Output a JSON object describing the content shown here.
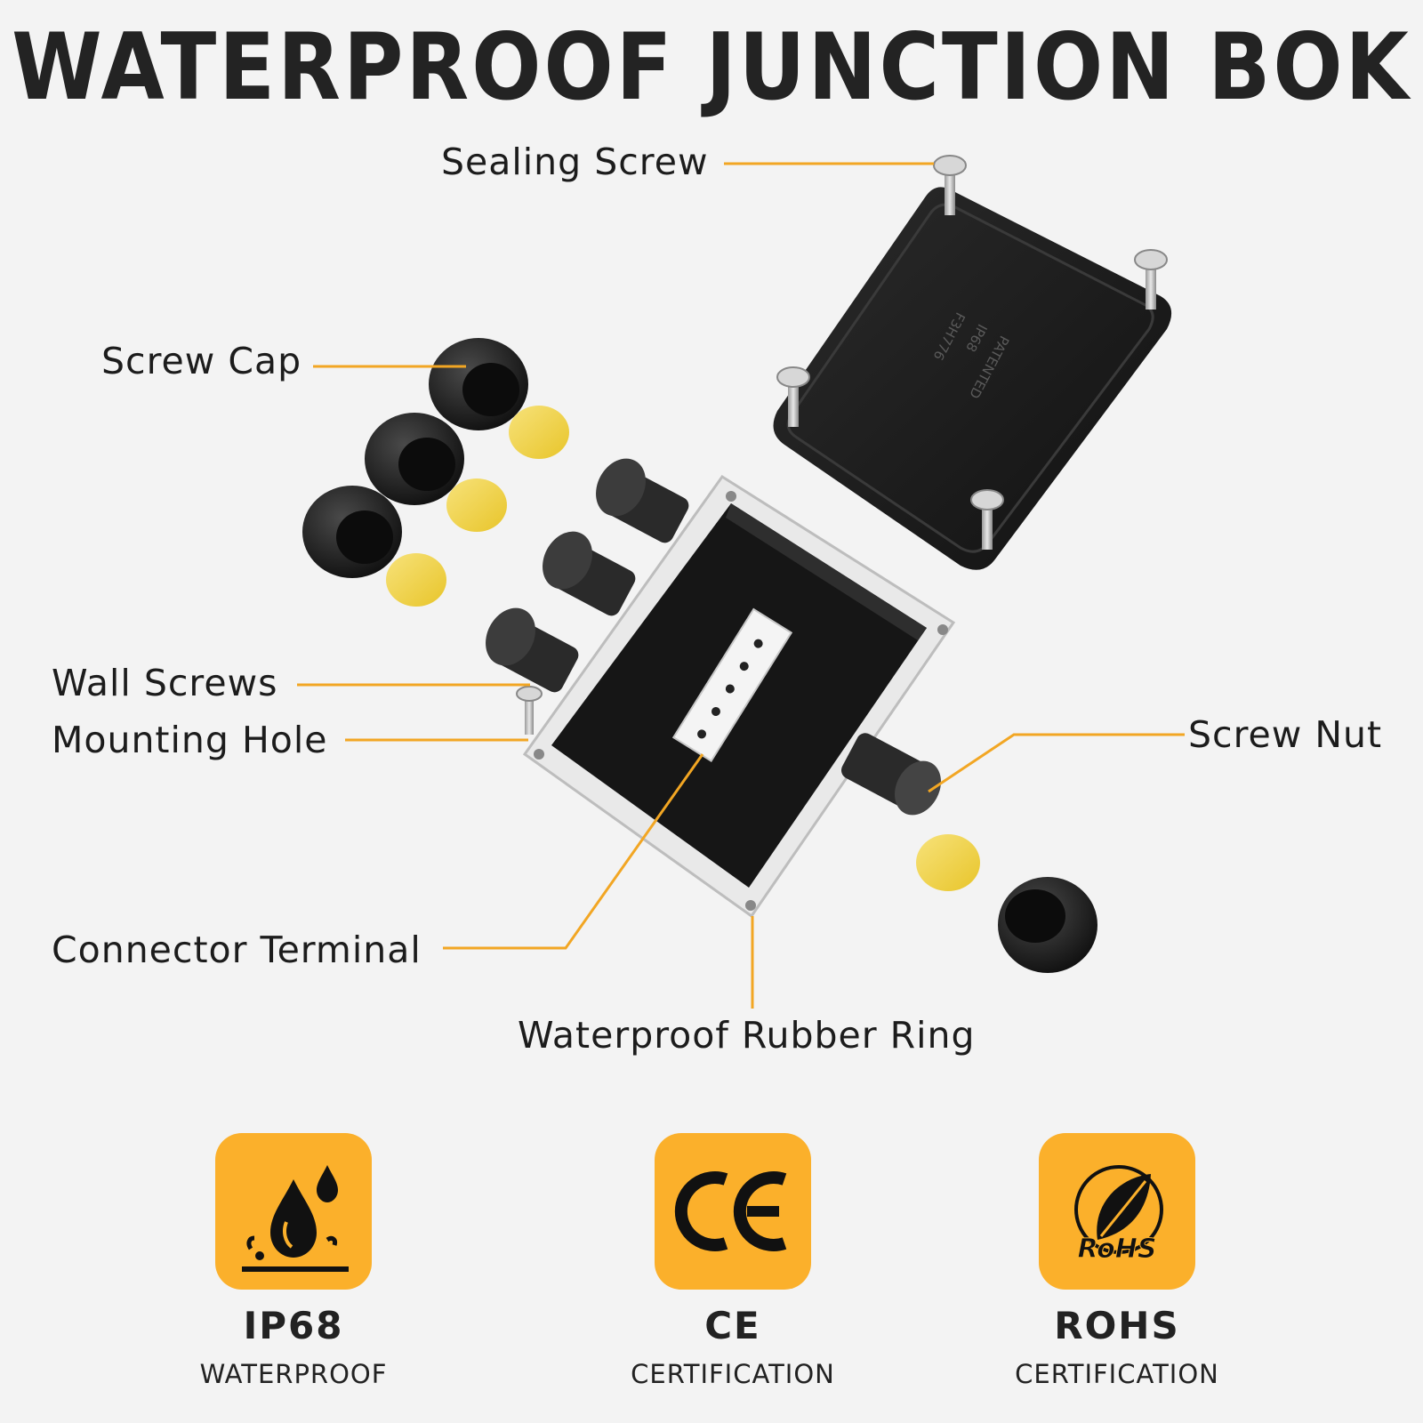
{
  "title": "WATERPROOF JUNCTION BOK",
  "callouts": {
    "sealing_screw": "Sealing Screw",
    "screw_cap": "Screw Cap",
    "wall_screws": "Wall Screws",
    "mounting_hole": "Mounting Hole",
    "screw_nut": "Screw Nut",
    "connector_terminal": "Connector Terminal",
    "rubber_ring": "Waterproof Rubber Ring"
  },
  "badges": [
    {
      "icon": "water-drops-icon",
      "title": "IP68",
      "subtitle": "WATERPROOF"
    },
    {
      "icon": "ce-mark-icon",
      "title": "CE",
      "subtitle": "CERTIFICATION"
    },
    {
      "icon": "rohs-leaf-icon",
      "title": "ROHS",
      "subtitle": "CERTIFICATION",
      "icon_text": "RoHS"
    }
  ],
  "colors": {
    "accent": "#fbb02b",
    "leader_line": "#f2a623",
    "background": "#f3f3f3",
    "text": "#232323",
    "plastic": "#1f1f1f",
    "gasket": "#f0d64a"
  }
}
